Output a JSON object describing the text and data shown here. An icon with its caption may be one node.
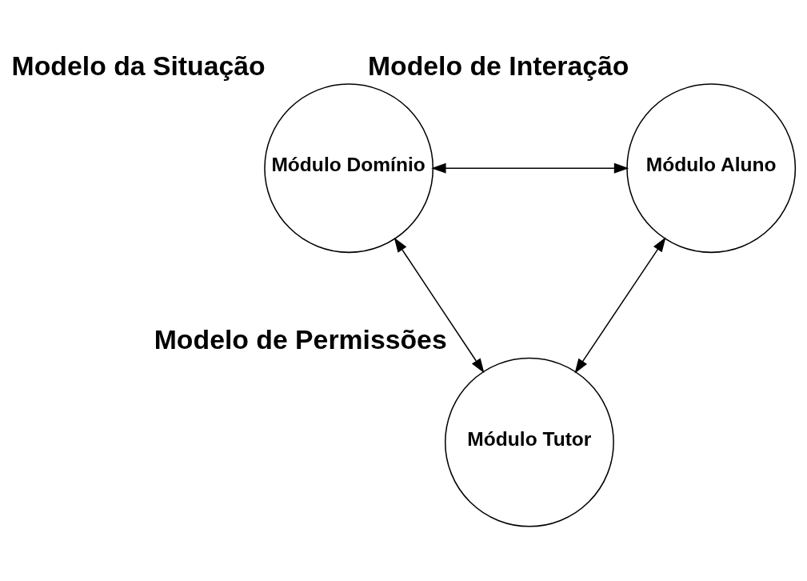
{
  "diagram": {
    "nodes": [
      {
        "text": [
          "Módulo Domínio"
        ],
        "beside": [
          "Modelo da Situação"
        ]
      },
      {
        "text": [
          "Módulo Aluno"
        ],
        "beside": [
          "Modelo de Interação"
        ]
      },
      {
        "text": [
          "Módulo Tutor"
        ],
        "beside": [
          "Modelo de Permissões"
        ]
      }
    ],
    "edges": [
      {
        "from": 0,
        "to": 1,
        "arrow": "both"
      },
      {
        "from": 0,
        "to": 2,
        "arrow": "both"
      },
      {
        "from": 1,
        "to": 2,
        "arrow": "both"
      }
    ]
  }
}
